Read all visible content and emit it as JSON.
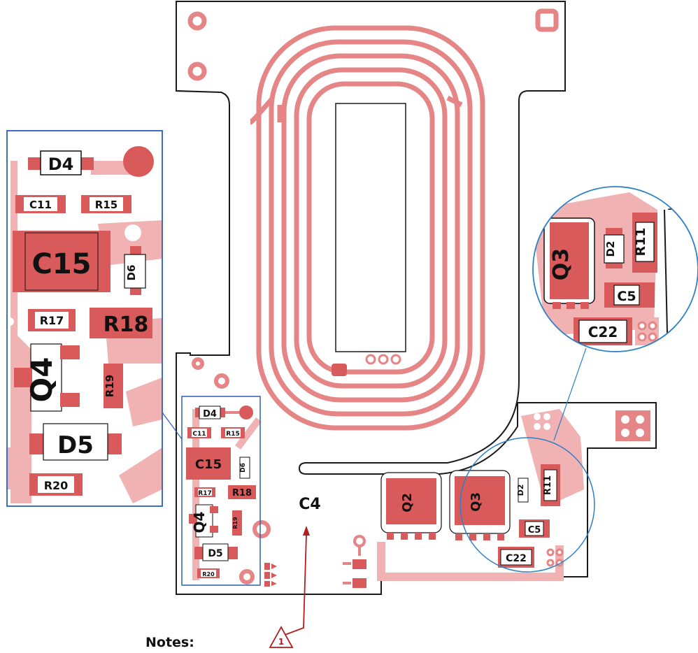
{
  "colors": {
    "copper": "#e58585",
    "copper_light": "#f0b2b2",
    "pad": "#d95a5a",
    "outline": "#1a1a1a",
    "callout_box": "#2b5fb8",
    "callout_circle": "#2f80c8",
    "leader": "#b21d1d"
  },
  "board": {
    "labels": {
      "c4": "C4",
      "d4": "D4",
      "c11": "C11",
      "r15": "R15",
      "c15": "C15",
      "d6": "D6",
      "r17": "R17",
      "r18": "R18",
      "q4": "Q4",
      "r19": "R19",
      "d5": "D5",
      "r20": "R20",
      "q2": "Q2",
      "q3": "Q3",
      "d2": "D2",
      "r11": "R11",
      "c5": "C5",
      "c22": "C22"
    }
  },
  "zoom_left": {
    "labels": {
      "d4": "D4",
      "c11": "C11",
      "r15": "R15",
      "c15": "C15",
      "d6": "D6",
      "r17": "R17",
      "r18": "R18",
      "q4": "Q4",
      "r19": "R19",
      "d5": "D5",
      "r20": "R20"
    }
  },
  "zoom_right": {
    "labels": {
      "q3": "Q3",
      "d2": "D2",
      "r11": "R11",
      "c5": "C5",
      "c22": "C22"
    }
  },
  "note_marker": {
    "number": "1"
  },
  "notes": {
    "title": "Notes:"
  }
}
